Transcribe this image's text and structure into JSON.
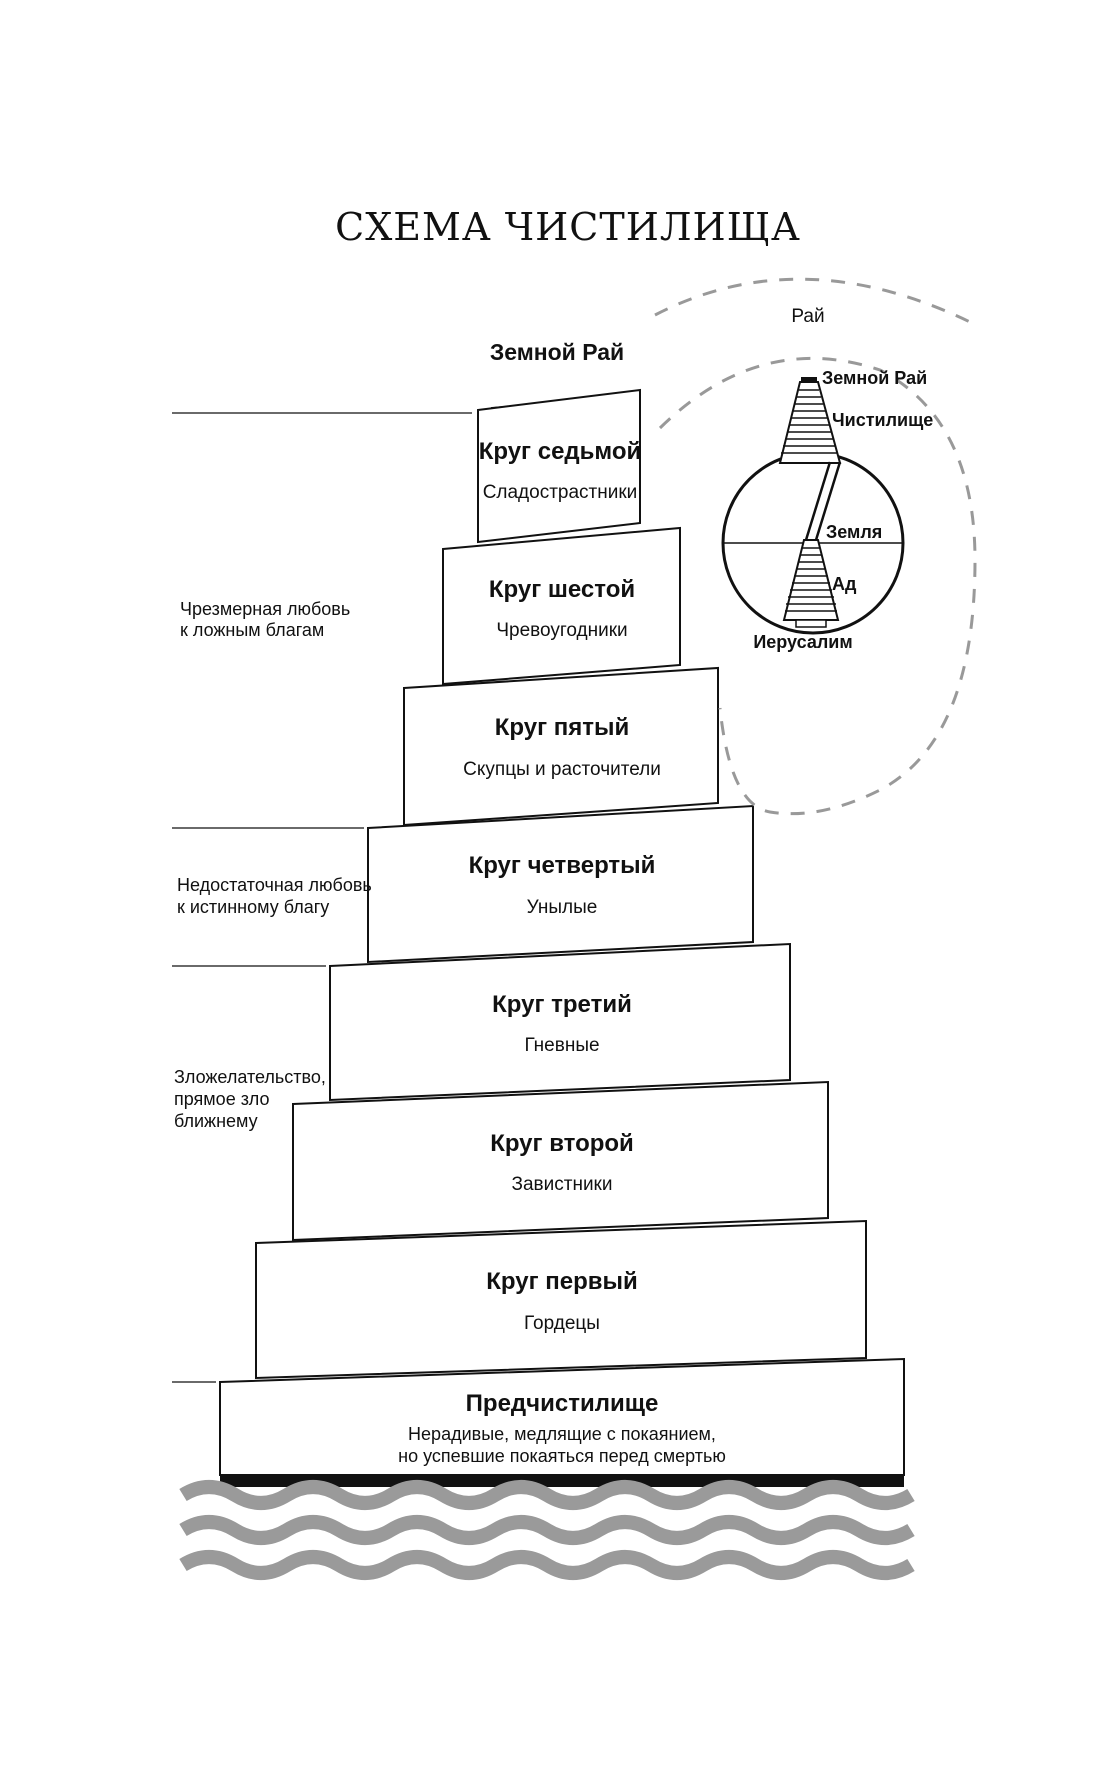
{
  "title": "СХЕМА ЧИСТИЛИЩА",
  "summit": "Земной Рай",
  "terraces": [
    {
      "name": "Круг седьмой",
      "sinners": "Сладострастники"
    },
    {
      "name": "Круг шестой",
      "sinners": "Чревоугодники"
    },
    {
      "name": "Круг пятый",
      "sinners": "Скупцы и расточители"
    },
    {
      "name": "Круг четвертый",
      "sinners": "Унылые"
    },
    {
      "name": "Круг третий",
      "sinners": "Гневные"
    },
    {
      "name": "Круг второй",
      "sinners": "Завистники"
    },
    {
      "name": "Круг первый",
      "sinners": "Гордецы"
    }
  ],
  "ante": {
    "name": "Предчистилище",
    "line1": "Нерадивые, медлящие с покаянием,",
    "line2": "но успевшие покаяться перед смертью"
  },
  "groups": {
    "excessive": {
      "line1": "Чрезмерная любовь",
      "line2": "к ложным благам"
    },
    "deficient": {
      "line1": "Недостаточная любовь",
      "line2": "к истинному благу"
    },
    "malice": {
      "line1": "Зложелательство,",
      "line2": "прямое зло",
      "line3": "ближнему"
    }
  },
  "cosmos": {
    "paradise": "Рай",
    "earthly_paradise": "Земной Рай",
    "purgatory": "Чистилище",
    "earth": "Земля",
    "hell": "Ад",
    "jerusalem": "Иерусалим"
  }
}
